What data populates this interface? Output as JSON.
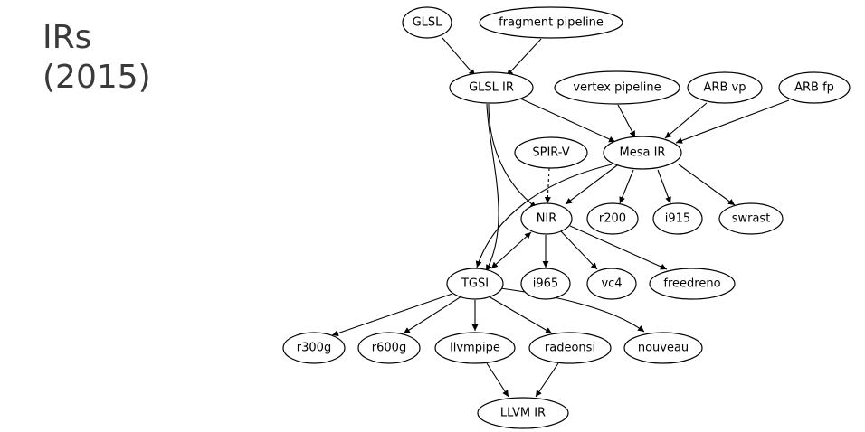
{
  "title": {
    "line1": "IRs",
    "line2": "(2015)"
  },
  "nodes": {
    "glsl": "GLSL",
    "fragment_pipeline": "fragment pipeline",
    "glsl_ir": "GLSL IR",
    "vertex_pipeline": "vertex pipeline",
    "arb_vp": "ARB vp",
    "arb_fp": "ARB fp",
    "spirv": "SPIR-V",
    "mesa_ir": "Mesa IR",
    "nir": "NIR",
    "r200": "r200",
    "i915": "i915",
    "swrast": "swrast",
    "tgsi": "TGSI",
    "i965": "i965",
    "vc4": "vc4",
    "freedreno": "freedreno",
    "r300g": "r300g",
    "r600g": "r600g",
    "llvmpipe": "llvmpipe",
    "radeonsi": "radeonsi",
    "nouveau": "nouveau",
    "llvm_ir": "LLVM IR"
  }
}
